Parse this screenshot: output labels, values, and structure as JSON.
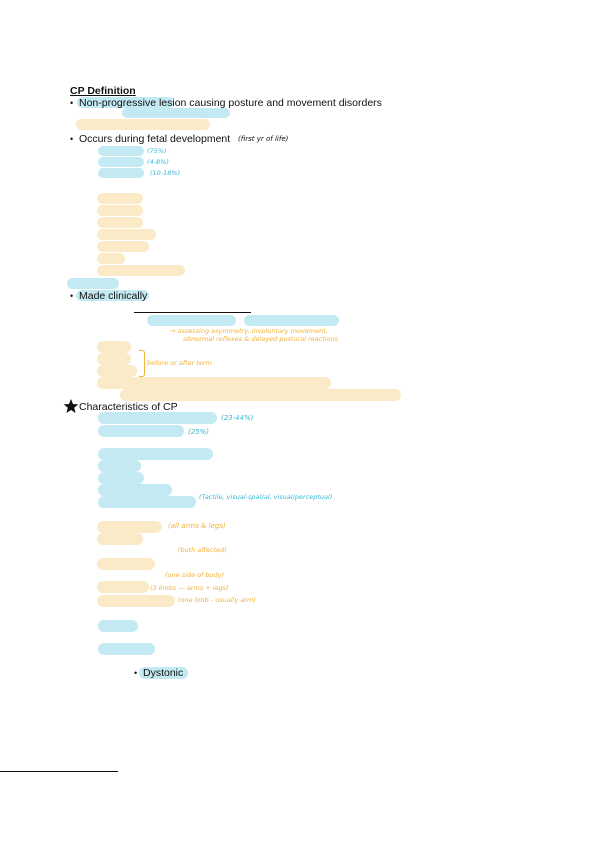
{
  "section1": {
    "heading": "CP Definition",
    "bullet1": "Non-progressive lesion causing posture and movement disorders",
    "bullet2": "Occurs during fetal development",
    "bullet2_note": "(first yr of life)",
    "percent_notes": [
      "(75%)",
      "(4-8%)",
      "(10-18%)"
    ]
  },
  "section2": {
    "bullet": "Made clinically",
    "note_assessing_line1": "→ assessing asymmetry, involuntary movement,",
    "note_assessing_line2": "abnormal reflexes & delayed postural reactions",
    "note_before_after": "before or after term"
  },
  "section3": {
    "heading": "Characteristics of CP",
    "note_pct1": "(23-44%)",
    "note_pct2": "(25%)",
    "note_tactile": "(Tactile, visual-spatial, visual/perceptual)",
    "note_all_limbs": "(all arms & legs)",
    "note_both": "(both affected)",
    "note_one_side": "(one side of body)",
    "note_three_limbs": "(3 limbs — arms + legs)",
    "note_one_limb": "(one limb - usually arm)",
    "sub_bullet": "Dystonic"
  },
  "colors": {
    "highlight_blue": "#c3eaf2",
    "highlight_yellow": "#fbeac7",
    "ink_blue": "#3bb8d3",
    "ink_yellow": "#f2b13b"
  },
  "icons": {
    "heading_marker": "star-icon"
  }
}
